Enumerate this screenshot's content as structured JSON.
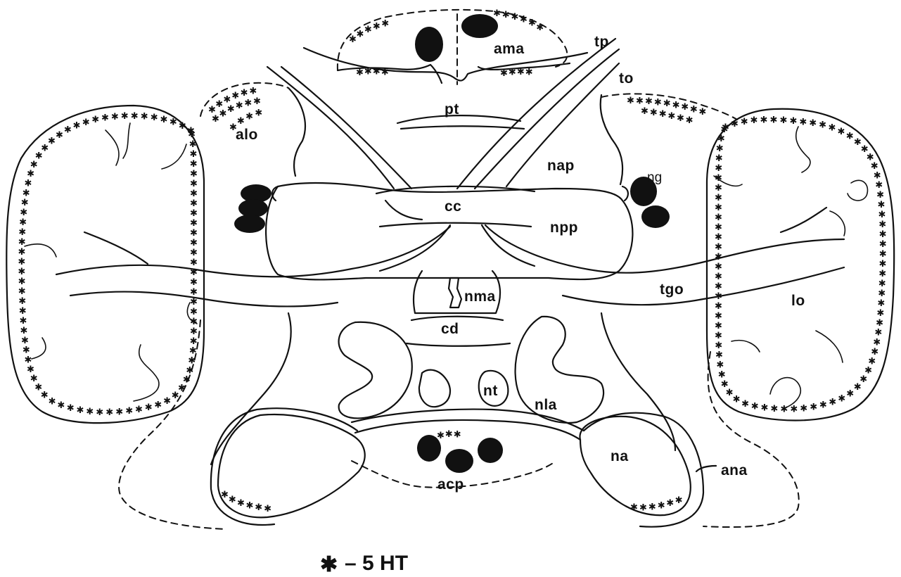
{
  "labels": {
    "ama": "ama",
    "tp": "tp",
    "to": "to",
    "pt": "pt",
    "alo": "alo",
    "nap": "nap",
    "ng": "ng",
    "cc": "cc",
    "npp": "npp",
    "nma": "nma",
    "cd": "cd",
    "tgo": "tgo",
    "lo": "lo",
    "nt": "nt",
    "nla": "nla",
    "na": "na",
    "acp": "acp",
    "ana": "ana"
  },
  "legend": {
    "symbol": "✱",
    "text": "– 5 HT"
  }
}
